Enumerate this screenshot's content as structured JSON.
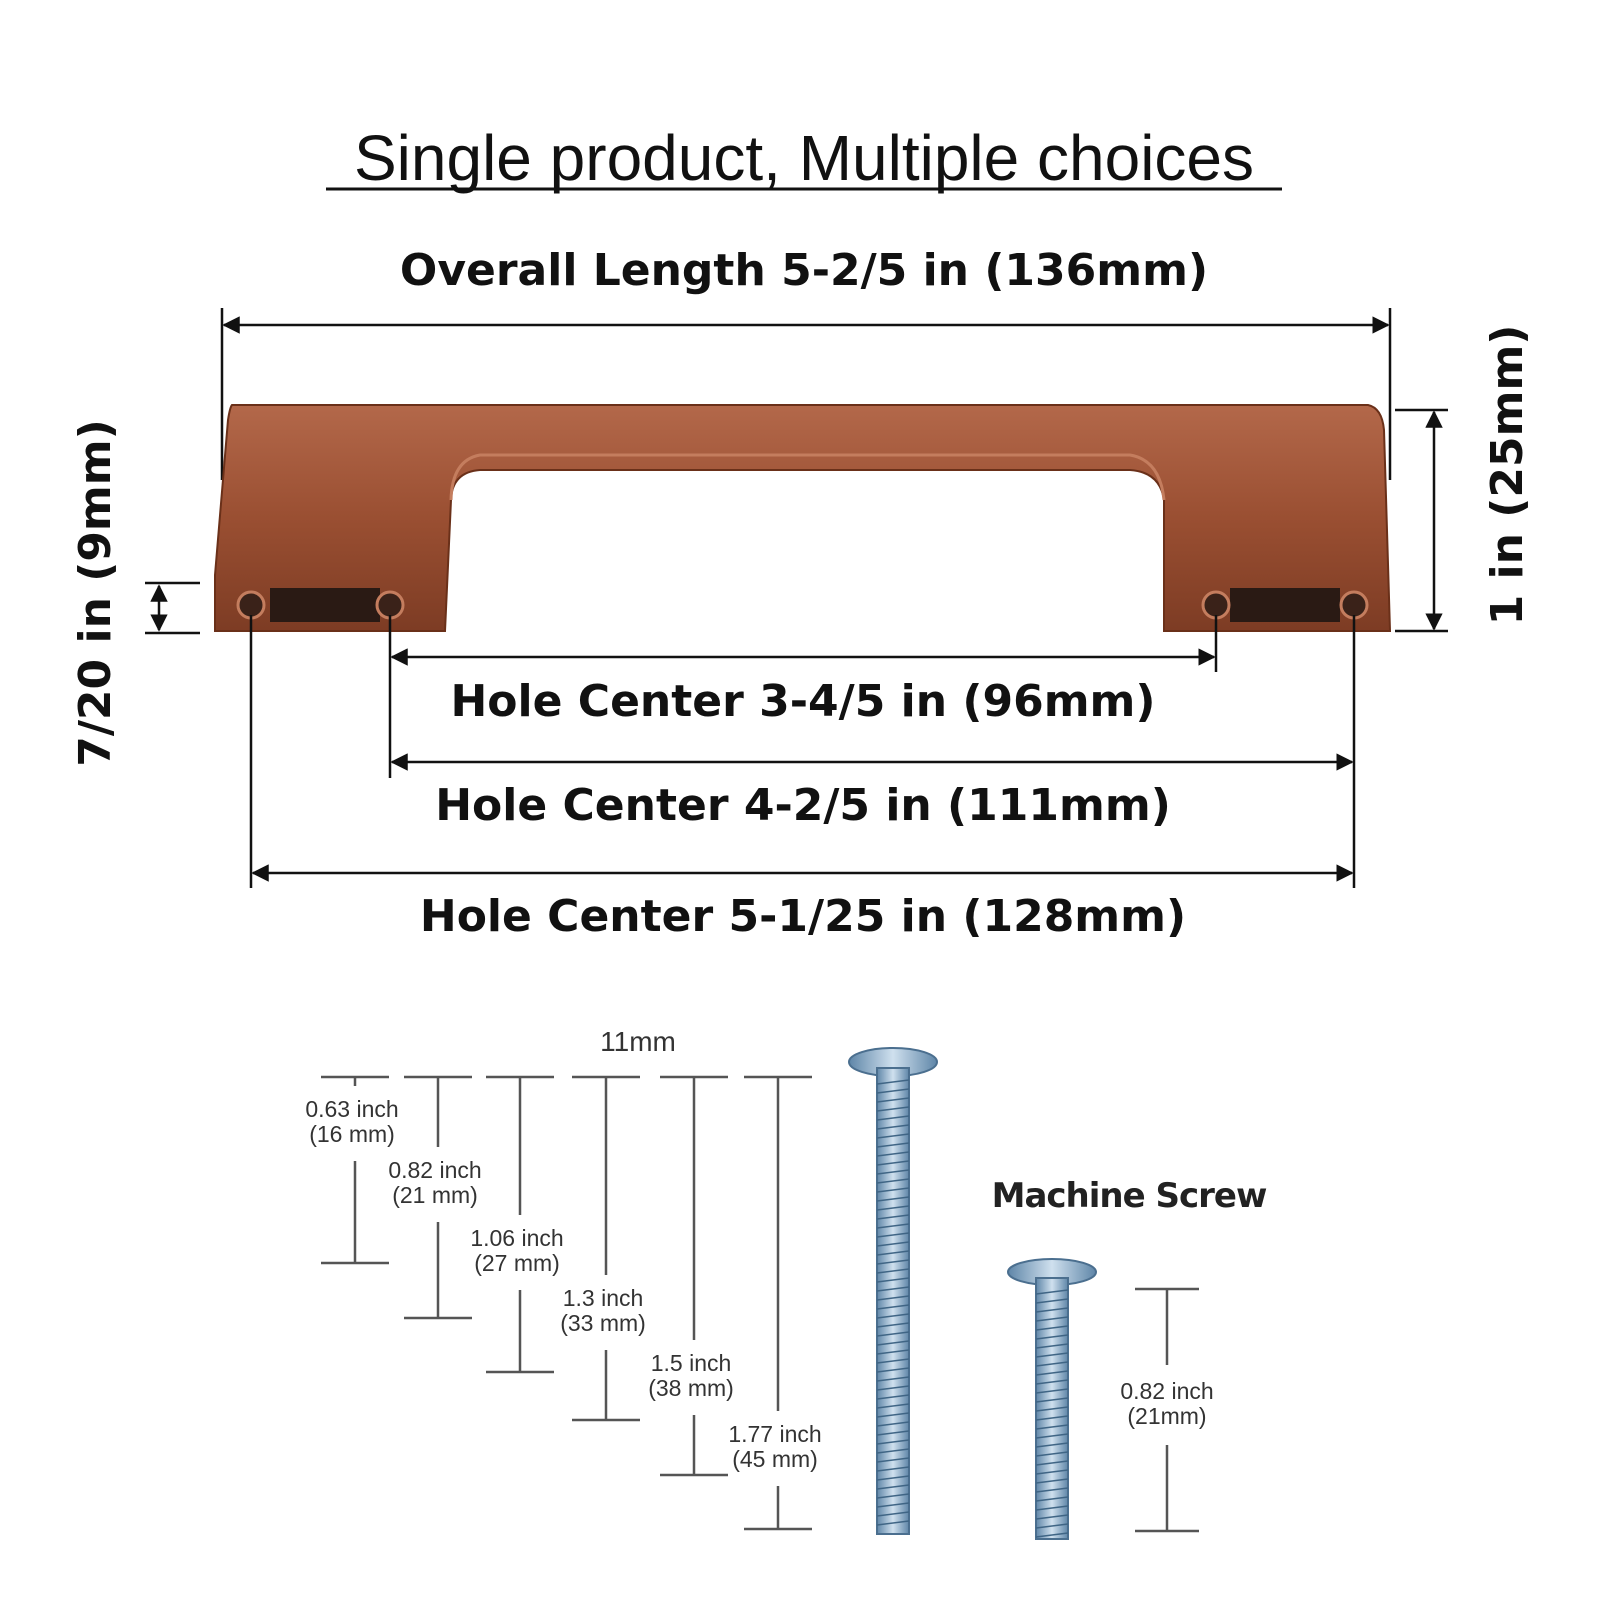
{
  "title": "Single product, Multiple choices",
  "dimensions": {
    "overall_length": "Overall Length 5-2/5 in (136mm)",
    "height": "1 in (25mm)",
    "base_height": "7/20 in (9mm)",
    "hole_center_96": "Hole Center 3-4/5 in (96mm)",
    "hole_center_111": "Hole Center 4-2/5 in (111mm)",
    "hole_center_128": "Hole Center 5-1/25 in (128mm)"
  },
  "screws": {
    "diameter": "11mm",
    "lengths": [
      {
        "inch": "0.63 inch",
        "mm": "(16 mm)"
      },
      {
        "inch": "0.82 inch",
        "mm": "(21 mm)"
      },
      {
        "inch": "1.06 inch",
        "mm": "(27 mm)"
      },
      {
        "inch": "1.3 inch",
        "mm": "(33 mm)"
      },
      {
        "inch": "1.5 inch",
        "mm": "(38 mm)"
      },
      {
        "inch": "1.77 inch",
        "mm": "(45 mm)"
      }
    ],
    "machine_screw_label": "Machine Screw",
    "machine_screw": {
      "inch": "0.82 inch",
      "mm": "(21mm)"
    }
  },
  "colors": {
    "copper": "#9a4f32",
    "screw": "#8fb3d0"
  }
}
